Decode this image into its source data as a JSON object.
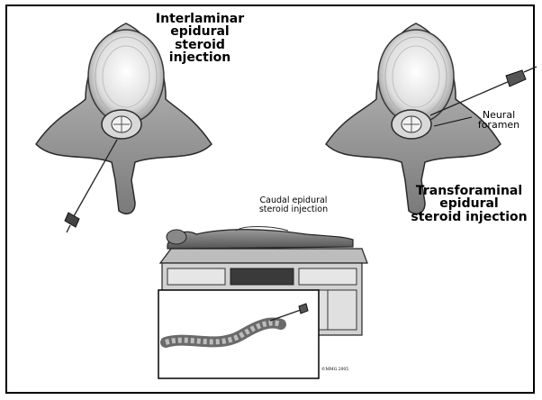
{
  "labels": {
    "interlaminar": "Interlaminar\nepidural\nsteroid\ninjection",
    "neural_foramen": "Neural\nforamen",
    "transforaminal": "Transforaminal\nepidural\nsteroid injection",
    "caudal": "Caudal epidural\nsteroid injection",
    "copyright": "©MMG 2005"
  }
}
